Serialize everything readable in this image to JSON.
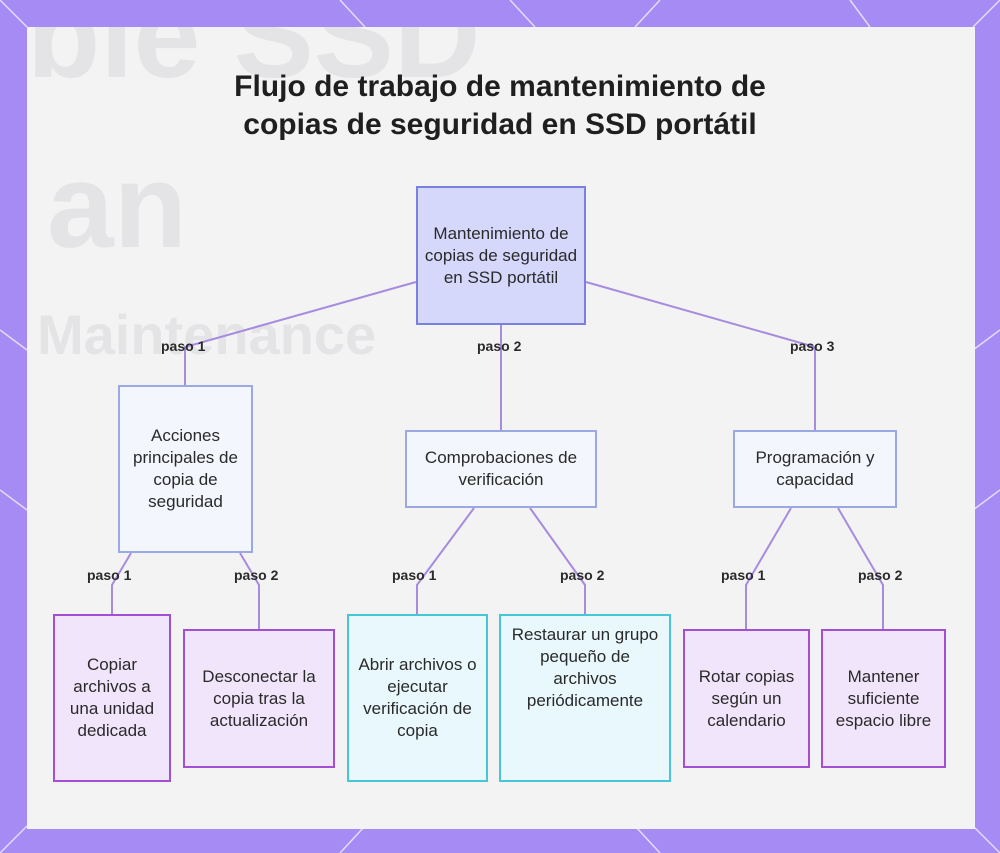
{
  "title": {
    "line1": "Flujo de trabajo de mantenimiento de",
    "line2": "copias de seguridad en SSD portátil"
  },
  "background": {
    "watermark1": "ble SSD",
    "watermark2": "an",
    "watermark3": "Maintenance"
  },
  "colors": {
    "border_accent": "#a78bf5",
    "root_fill": "#d5d7fb",
    "purple_leaf_border": "#a24fd4",
    "cyan_leaf_border": "#47c6d6",
    "connector": "#a78bdf"
  },
  "nodes": {
    "root": "Mantenimiento de copias de seguridad en SSD portátil",
    "acciones": "Acciones principales de copia de seguridad",
    "comprobaciones": "Comprobaciones de verificación",
    "programacion": "Programación y capacidad",
    "copiar": "Copiar archivos a una unidad dedicada",
    "desconectar": "Desconectar la copia tras la actualización",
    "abrir": "Abrir archivos o ejecutar verificación de copia",
    "restaurar": "Restaurar un grupo pequeño de archivos periódicamente",
    "rotar": "Rotar copias según un calendario",
    "mantener": "Mantener suficiente espacio libre"
  },
  "edges": {
    "root_to_acciones": "paso 1",
    "root_to_comprobaciones": "paso 2",
    "root_to_programacion": "paso 3",
    "acciones_to_copiar": "paso 1",
    "acciones_to_desconectar": "paso 2",
    "comprobaciones_to_abrir": "paso 1",
    "comprobaciones_to_restaurar": "paso 2",
    "programacion_to_rotar": "paso 1",
    "programacion_to_mantener": "paso 2"
  }
}
